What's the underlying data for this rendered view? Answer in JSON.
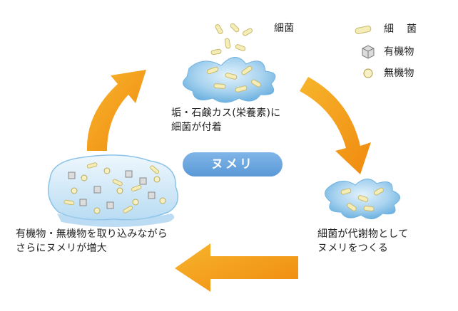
{
  "legend": {
    "bacteria": "細　菌",
    "organic": "有機物",
    "inorganic": "無機物"
  },
  "top": {
    "bacteria_label": "細菌",
    "caption_line1": "垢・石鹸カス(栄養素)に",
    "caption_line2": "細菌が付着"
  },
  "center": {
    "label": "ヌメリ"
  },
  "right": {
    "caption_line1": "細菌が代謝物として",
    "caption_line2": "ヌメリをつくる"
  },
  "left": {
    "caption_line1": "有機物・無機物を取り込みながら",
    "caption_line2": "さらにヌメリが増大"
  },
  "colors": {
    "arrow": "#f4a21a",
    "slime": "#a8d3ef",
    "slime_dark": "#6fb2e0",
    "bacteria": "#f4edb8",
    "pill": "#6aa7df"
  }
}
